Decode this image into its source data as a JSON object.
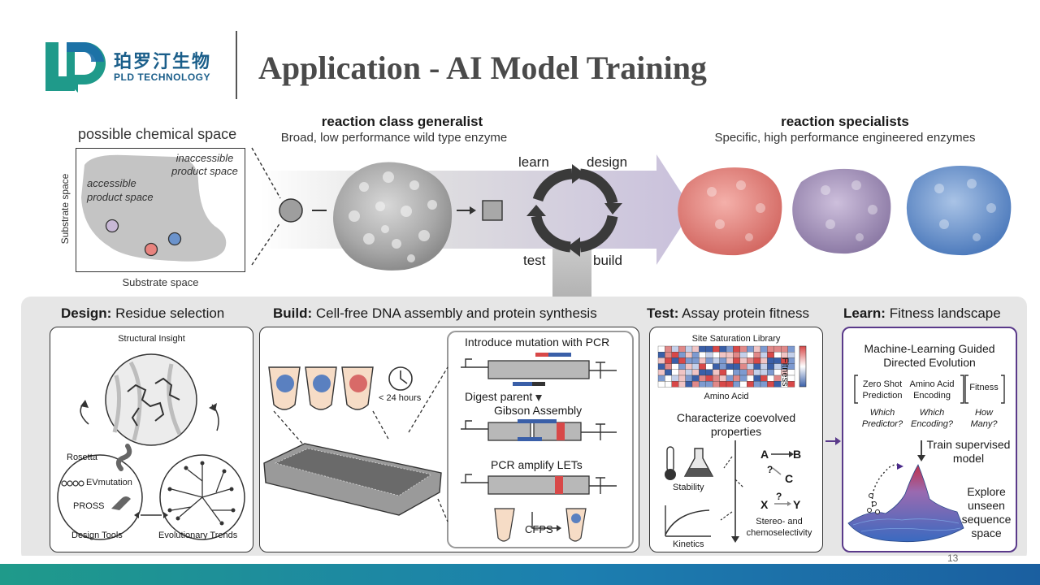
{
  "header": {
    "logo_cn": "珀罗汀生物",
    "logo_en": "PLD TECHNOLOGY",
    "title": "Application - AI Model Training",
    "page_number": "13"
  },
  "top": {
    "chem_space_title": "possible chemical space",
    "inaccessible_l1": "inaccessible",
    "inaccessible_l2": "product space",
    "accessible_l1": "accessible",
    "accessible_l2": "product space",
    "y_axis": "Substrate space",
    "x_axis": "Substrate space",
    "generalist_title": "reaction class generalist",
    "generalist_sub": "Broad, low performance wild type enzyme",
    "cycle_learn": "learn",
    "cycle_design": "design",
    "cycle_test": "test",
    "cycle_build": "build",
    "specialists_title": "reaction specialists",
    "specialists_sub": "Specific, high performance engineered enzymes",
    "colors": {
      "pink": "#e8837e",
      "purple": "#a695b8",
      "blue": "#6b93cc",
      "arrow": "#cfc9de",
      "gray_blob": "#c4c4c4"
    }
  },
  "design": {
    "header_bold": "Design:",
    "header_rest": " Residue selection",
    "structural": "Structural Insight",
    "rosetta": "Rosetta",
    "evmutation": "EVmutation",
    "pross": "PROSS",
    "design_tools": "Design Tools",
    "evo_trends": "Evolutionary Trends"
  },
  "build": {
    "header_bold": "Build:",
    "header_rest": " Cell-free DNA assembly and protein synthesis",
    "time": "< 24 hours",
    "step1": "Introduce mutation with PCR",
    "step2": "Digest parent",
    "step3": "Gibson Assembly",
    "step4": "PCR amplify LETs",
    "step5": "CFPS"
  },
  "test": {
    "header_bold": "Test:",
    "header_rest": " Assay protein fitness",
    "library": "Site Saturation Library",
    "fitness": "Fitness",
    "amino_acid": "Amino Acid",
    "coevolved_l1": "Characterize coevolved",
    "coevolved_l2": "properties",
    "stability": "Stability",
    "kinetics": "Kinetics",
    "a": "A",
    "b": "B",
    "q": "?",
    "c": "C",
    "x": "X",
    "y": "Y",
    "stereo_l1": "Stereo- and",
    "stereo_l2": "chemoselectivity"
  },
  "learn": {
    "header_bold": "Learn:",
    "header_rest": " Fitness landscape",
    "ml_l1": "Machine-Learning Guided",
    "ml_l2": "Directed Evolution",
    "zs_l1": "Zero Shot",
    "zs_l2": "Prediction",
    "aa_l1": "Amino Acid",
    "aa_l2": "Encoding",
    "fit": "Fitness",
    "q1_l1": "Which",
    "q1_l2": "Predictor?",
    "q2_l1": "Which",
    "q2_l2": "Encoding?",
    "q3_l1": "How",
    "q3_l2": "Many?",
    "train_l1": "Train supervised",
    "train_l2": "model",
    "explore_l1": "Explore",
    "explore_l2": "unseen",
    "explore_l3": "sequence",
    "explore_l4": "space"
  }
}
